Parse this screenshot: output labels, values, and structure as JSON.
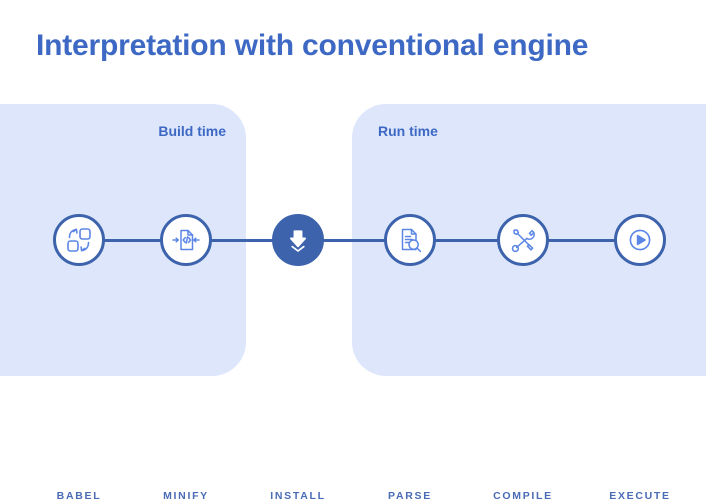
{
  "slide": {
    "title": "Interpretation with conventional engine",
    "title_color": "#3d69c4",
    "background": "#ffffff"
  },
  "panels": [
    {
      "id": "build-time",
      "label": "Build time",
      "background": "#dde6fb",
      "label_color": "#3d69c4"
    },
    {
      "id": "run-time",
      "label": "Run time",
      "background": "#dde6fb",
      "label_color": "#3d69c4"
    }
  ],
  "pipeline": {
    "line_color": "#3c63ac",
    "node_border_color": "#3c63ac",
    "node_fill_color": "#ffffff",
    "highlight_fill_color": "#3c63ac",
    "icon_color": "#5b86e5",
    "label_color": "#4a6bb5",
    "steps": [
      {
        "label": "BABEL",
        "icon": "transform-squares-icon",
        "phase": "build-time",
        "highlighted": false
      },
      {
        "label": "MINIFY",
        "icon": "compress-code-file-icon",
        "phase": "build-time",
        "highlighted": false
      },
      {
        "label": "INSTALL",
        "icon": "download-arrow-icon",
        "phase": "between",
        "highlighted": true
      },
      {
        "label": "PARSE",
        "icon": "document-magnifier-icon",
        "phase": "run-time",
        "highlighted": false
      },
      {
        "label": "COMPILE",
        "icon": "wrench-screwdriver-icon",
        "phase": "run-time",
        "highlighted": false
      },
      {
        "label": "EXECUTE",
        "icon": "play-circle-icon",
        "phase": "run-time",
        "highlighted": false
      }
    ]
  }
}
